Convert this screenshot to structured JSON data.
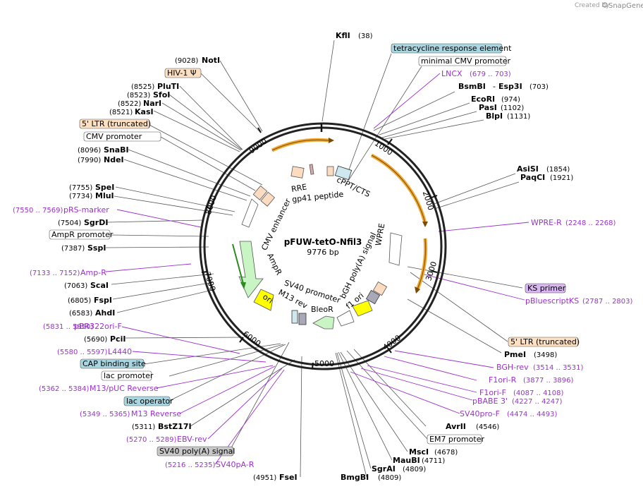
{
  "credit": {
    "prefix": "Created by",
    "brand": "SnapGene"
  },
  "plasmid": {
    "name": "pFUW-tetO-Nfil3",
    "length": "9776 bp"
  },
  "ticks": [
    "1000",
    "2000",
    "3000",
    "4000",
    "5000",
    "6000",
    "7000",
    "8000",
    "9000"
  ],
  "sites": {
    "kfli": {
      "name": "KflI",
      "pos": "(38)"
    },
    "noti": {
      "name": "NotI",
      "pos": "(9028)"
    },
    "pluti": {
      "name": "PluTI",
      "pos": "(8525)"
    },
    "sfoi": {
      "name": "SfoI",
      "pos": "(8523)"
    },
    "nari": {
      "name": "NarI",
      "pos": "(8522)"
    },
    "kasi": {
      "name": "KasI",
      "pos": "(8521)"
    },
    "snabi": {
      "name": "SnaBI",
      "pos": "(8096)"
    },
    "ndei": {
      "name": "NdeI",
      "pos": "(7990)"
    },
    "spei": {
      "name": "SpeI",
      "pos": "(7755)"
    },
    "mlui": {
      "name": "MluI",
      "pos": "(7734)"
    },
    "sgrdi": {
      "name": "SgrDI",
      "pos": "(7504)"
    },
    "sspi": {
      "name": "SspI",
      "pos": "(7387)"
    },
    "scai": {
      "name": "ScaI",
      "pos": "(7063)"
    },
    "fspi": {
      "name": "FspI",
      "pos": "(6805)"
    },
    "ahdi": {
      "name": "AhdI",
      "pos": "(6583)"
    },
    "pcii": {
      "name": "PciI",
      "pos": "(5690)"
    },
    "bstz17i": {
      "name": "BstZ17I",
      "pos": "(5311)"
    },
    "fsei": {
      "name": "FseI",
      "pos": "(4951)"
    },
    "bmgbi": {
      "name": "BmgBI",
      "pos": ""
    },
    "sgrai": {
      "name": "SgrAI",
      "pos": "(4809)"
    },
    "maubi": {
      "name": "MauBI",
      "pos": "(4711)"
    },
    "msci": {
      "name": "MscI",
      "pos": "(4678)"
    },
    "avrii": {
      "name": "AvrII",
      "pos": "(4546)"
    },
    "pmei": {
      "name": "PmeI",
      "pos": "(3498)"
    },
    "bsmbi": {
      "name": "BsmBI",
      "sep": "-",
      "name2": "Esp3I",
      "pos": "(703)"
    },
    "ecori": {
      "name": "EcoRI",
      "pos": "(974)"
    },
    "pasi": {
      "name": "PasI",
      "pos": "(1102)"
    },
    "blpi": {
      "name": "BlpI",
      "pos": "(1131)"
    },
    "asisi": {
      "name": "AsiSI",
      "pos": "(1854)"
    },
    "paqci": {
      "name": "PaqCI",
      "pos": "(1921)"
    }
  },
  "boxed": {
    "tre": "tetracycline response element",
    "mincmv": "minimal CMV promoter",
    "hiv": "HIV-1 Ψ",
    "ltr5a": "5' LTR (truncated)",
    "cmvpro": "CMV promoter",
    "amprpro": "AmpR promoter",
    "ks": "KS primer",
    "ltr5b": "5' LTR (truncated)",
    "cap": "CAP binding site",
    "lacpro": "lac promoter",
    "lacop": "lac operator",
    "sv40pa": "SV40 poly(A) signal",
    "em7": "EM7 promoter"
  },
  "primers": {
    "lncx": {
      "name": "LNCX",
      "pos": "(679 .. 703)"
    },
    "wprer": {
      "name": "WPRE-R",
      "pos": "(2248 .. 2268)"
    },
    "pbluescript": {
      "name": "pBluescriptKS",
      "pos": "(2787 .. 2803)"
    },
    "bghrev": {
      "name": "BGH-rev",
      "pos": "(3514 .. 3531)"
    },
    "f1orir": {
      "name": "F1ori-R",
      "pos": "(3877 .. 3896)"
    },
    "f1orif": {
      "name": "F1ori-F",
      "pos": "(4087 .. 4108)"
    },
    "pbabe": {
      "name": "pBABE 3'",
      "pos": "(4227 .. 4247)"
    },
    "sv40prof": {
      "name": "SV40pro-F",
      "pos": "(4474 .. 4493)"
    },
    "prsmarker": {
      "name": "pRS-marker",
      "pos": "(7550 .. 7569)"
    },
    "ampf": {
      "name": "Amp-R",
      "pos": "(7133 .. 7152)"
    },
    "pbr322": {
      "name": "pBR322ori-F",
      "pos": "(5831 .. 5850)"
    },
    "l4440": {
      "name": "L4440",
      "pos": "(5580 .. 5597)"
    },
    "m13puc": {
      "name": "M13/pUC Reverse",
      "pos": "(5362 .. 5384)"
    },
    "m13rev": {
      "name": "M13 Reverse",
      "pos": "(5349 .. 5365)"
    },
    "ebvrev": {
      "name": "EBV-rev",
      "pos": "(5270 .. 5289)"
    },
    "sv40par": {
      "name": "SV40pA-R",
      "pos": "(5216 .. 5235)"
    }
  },
  "features": {
    "rre": "RRE",
    "gp41": "gp41 peptide",
    "cppt": "cPPT/CTS",
    "cmvenh": "CMV enhancer",
    "ampr": "AmpR",
    "ori": "ori",
    "sv40pro": "SV40 promoter",
    "m13rev": "M13 rev",
    "bleor": "BleoR",
    "f1ori": "f1 ori",
    "bgh": "bGH poly(A) signal",
    "wpre": "WPRE"
  },
  "colors": {
    "backbone": "#000000",
    "orange_arc": "#f0a830",
    "primer": "#9b30d0",
    "boxed_blue": "#a9d6e0",
    "boxed_orange": "#fde0c2",
    "boxed_gray": "#c8c8c8",
    "boxed_lilac": "#d8b6f0",
    "ampr_fill": "#c9f5c4",
    "ori_fill": "#ffff00",
    "feature_peach": "#fcdcc0"
  }
}
